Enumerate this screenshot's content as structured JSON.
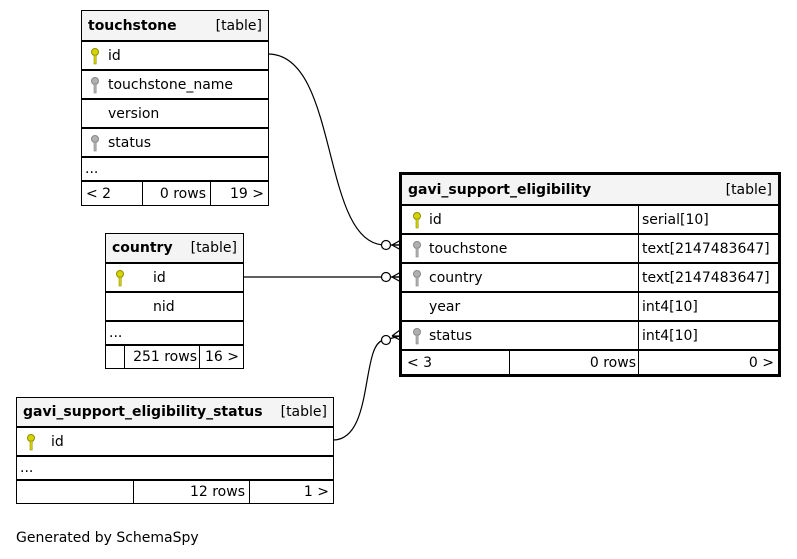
{
  "tables": {
    "touchstone": {
      "name": "touchstone",
      "tag": "[table]",
      "columns": [
        "id",
        "touchstone_name",
        "version",
        "status"
      ],
      "ellipsis": "...",
      "nav": {
        "parents": "< 2",
        "rows": "0 rows",
        "children": "19 >"
      }
    },
    "country": {
      "name": "country",
      "tag": "[table]",
      "columns": [
        "id",
        "nid"
      ],
      "ellipsis": "...",
      "nav": {
        "parents": "",
        "rows": "251 rows",
        "children": "16 >"
      }
    },
    "status": {
      "name": "gavi_support_eligibility_status",
      "tag": "[table]",
      "columns": [
        "id"
      ],
      "ellipsis": "...",
      "nav": {
        "parents": "",
        "rows": "12 rows",
        "children": "1 >"
      }
    },
    "main": {
      "name": "gavi_support_eligibility",
      "tag": "[table]",
      "columns": [
        {
          "name": "id",
          "type": "serial[10]"
        },
        {
          "name": "touchstone",
          "type": "text[2147483647]"
        },
        {
          "name": "country",
          "type": "text[2147483647]"
        },
        {
          "name": "year",
          "type": "int4[10]"
        },
        {
          "name": "status",
          "type": "int4[10]"
        }
      ],
      "nav": {
        "parents": "< 3",
        "rows": "0 rows",
        "children": "0 >"
      }
    }
  },
  "footer": "Generated by SchemaSpy",
  "colors": {
    "primary_key": "#d4d400",
    "foreign_key": "#b0b0b0"
  },
  "icons": {
    "primary_key": "key-icon",
    "foreign_key": "key-icon"
  }
}
